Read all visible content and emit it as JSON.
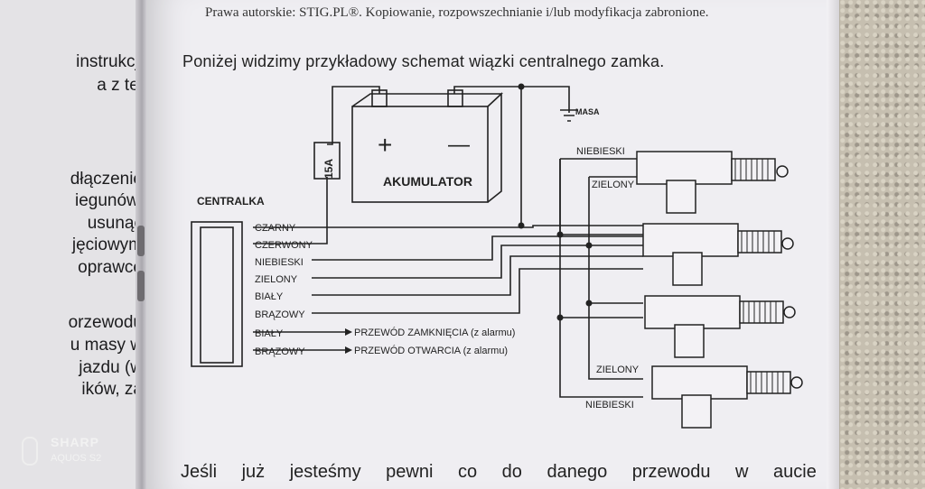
{
  "header": "Prawa autorskie: STIG.PL®. Kopiowanie, rozpowszechnianie i/lub modyfikacja zabronione.",
  "intro": "Poniżej widzimy przykładowy schemat wiązki centralnego zamka.",
  "left_page_lines": [
    "instrukcji",
    "a  z tej",
    "dłączenie",
    "iegunów.",
    "usunąć",
    "jęciowym",
    "oprawce",
    "orzewodu",
    "u masy w",
    "jazdu (w",
    "ików, za"
  ],
  "diagram": {
    "fuse": "15A",
    "battery": "AKUMULATOR",
    "plus": "+",
    "minus": "—",
    "ground": "MASA",
    "controller": "CENTRALKA",
    "wires": [
      "CZARNY",
      "CZERWONY",
      "NIEBIESKI",
      "ZIELONY",
      "BIAŁY",
      "BRĄZOWY",
      "BIAŁY",
      "BRĄZOWY"
    ],
    "alarm_lock": "PRZEWÓD ZAMKNIĘCIA (z alarmu)",
    "alarm_unlock": "PRZEWÓD OTWARCIA (z alarmu)",
    "actuator_labels": {
      "blue_top": "NIEBIESKI",
      "green_top": "ZIELONY",
      "green_bottom": "ZIELONY",
      "blue_bottom": "NIEBIESKI"
    }
  },
  "outro": "Jeśli już jesteśmy pewni co do danego przewodu w aucie",
  "watermark": {
    "brand": "SHARP",
    "model": "AQUOS S2"
  }
}
